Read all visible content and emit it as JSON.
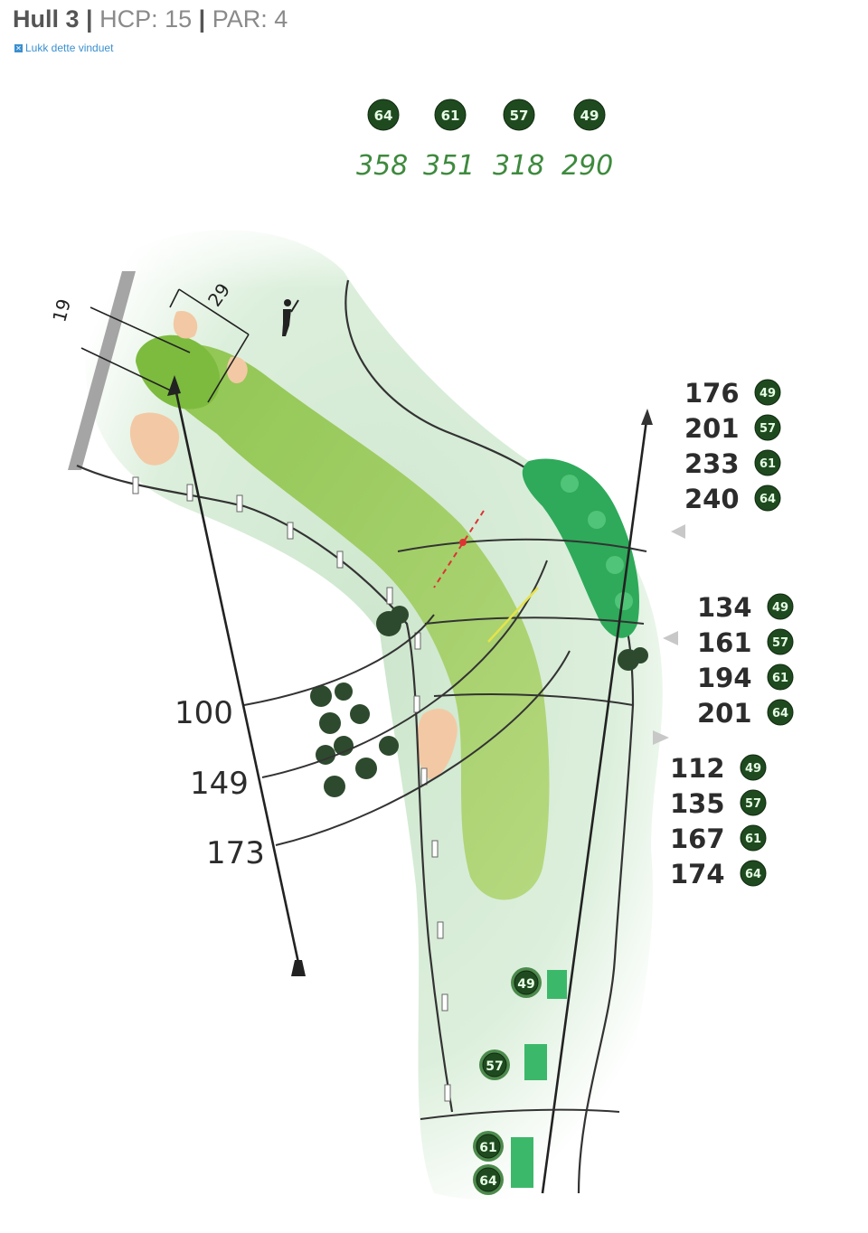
{
  "header": {
    "hole": "Hull 3",
    "sep": "|",
    "hcp": "HCP: 15",
    "par": "PAR: 4"
  },
  "close_link": {
    "label": "Lukk dette vinduet"
  },
  "tees": [
    {
      "badge": "64",
      "length": "358"
    },
    {
      "badge": "61",
      "length": "351"
    },
    {
      "badge": "57",
      "length": "318"
    },
    {
      "badge": "49",
      "length": "290"
    }
  ],
  "distance_groups": [
    {
      "rows": [
        {
          "value": "176",
          "tee": "49"
        },
        {
          "value": "201",
          "tee": "57"
        },
        {
          "value": "233",
          "tee": "61"
        },
        {
          "value": "240",
          "tee": "64"
        }
      ]
    },
    {
      "rows": [
        {
          "value": "134",
          "tee": "49"
        },
        {
          "value": "161",
          "tee": "57"
        },
        {
          "value": "194",
          "tee": "61"
        },
        {
          "value": "201",
          "tee": "64"
        }
      ]
    },
    {
      "rows": [
        {
          "value": "112",
          "tee": "49"
        },
        {
          "value": "135",
          "tee": "57"
        },
        {
          "value": "167",
          "tee": "61"
        },
        {
          "value": "174",
          "tee": "64"
        }
      ]
    }
  ],
  "arc_labels": [
    "100",
    "149",
    "173"
  ],
  "green_dims": {
    "width": "19",
    "depth": "29"
  },
  "tee_boxes": [
    "49",
    "57",
    "61",
    "64"
  ],
  "colors": {
    "rough": "#d6ebd6",
    "fairway": "#9cc95a",
    "green_area": "#86c049",
    "bunker": "#f2c9a4",
    "tree": "#2e4a2e",
    "tee_box": "#3cb86a",
    "text_green": "#3e8a3e"
  }
}
